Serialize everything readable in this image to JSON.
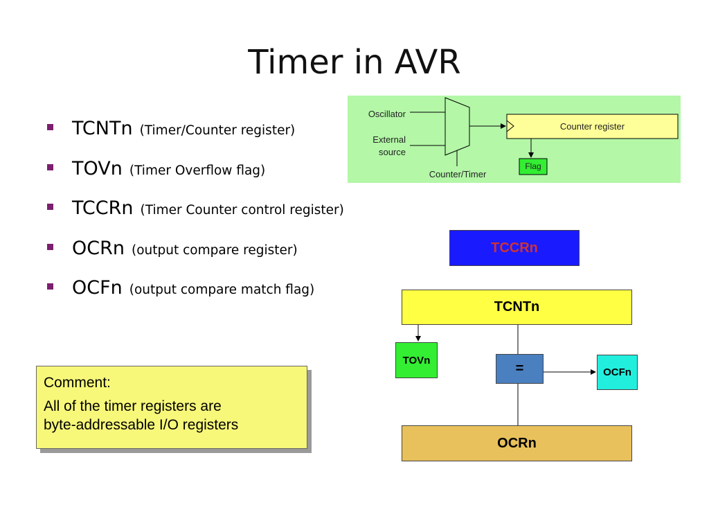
{
  "title": "Timer in AVR",
  "bullets": [
    {
      "term": "TCNTn",
      "desc": "(Timer/Counter register)"
    },
    {
      "term": "TOVn",
      "desc": "(Timer Overflow flag)"
    },
    {
      "term": "TCCRn",
      "desc": "(Timer Counter control register)"
    },
    {
      "term": "OCRn",
      "desc": "(output compare register)"
    },
    {
      "term": "OCFn",
      "desc": "(output compare match flag)"
    }
  ],
  "block_diagram": {
    "oscillator": "Oscillator",
    "external_line1": "External",
    "external_line2": "source",
    "counter_timer": "Counter/Timer",
    "counter_register": "Counter register",
    "flag": "Flag",
    "colors": {
      "panel": "#b3f7a7",
      "register": "#ffff99",
      "flag": "#33ee33"
    }
  },
  "register_diagram": {
    "tccrn": "TCCRn",
    "tcntn": "TCNTn",
    "tovn": "TOVn",
    "compare": "=",
    "ocfn": "OCFn",
    "ocrn": "OCRn",
    "colors": {
      "tccrn": "#1a1aff",
      "tccrn_text": "#cc3333",
      "tcntn": "#ffff44",
      "tovn": "#33ee33",
      "compare": "#4a7fc0",
      "ocfn": "#22eedd",
      "ocrn": "#e8c15c"
    }
  },
  "comment": {
    "heading": "Comment:",
    "line1": "All of the timer registers are",
    "line2": "byte-addressable I/O registers"
  }
}
